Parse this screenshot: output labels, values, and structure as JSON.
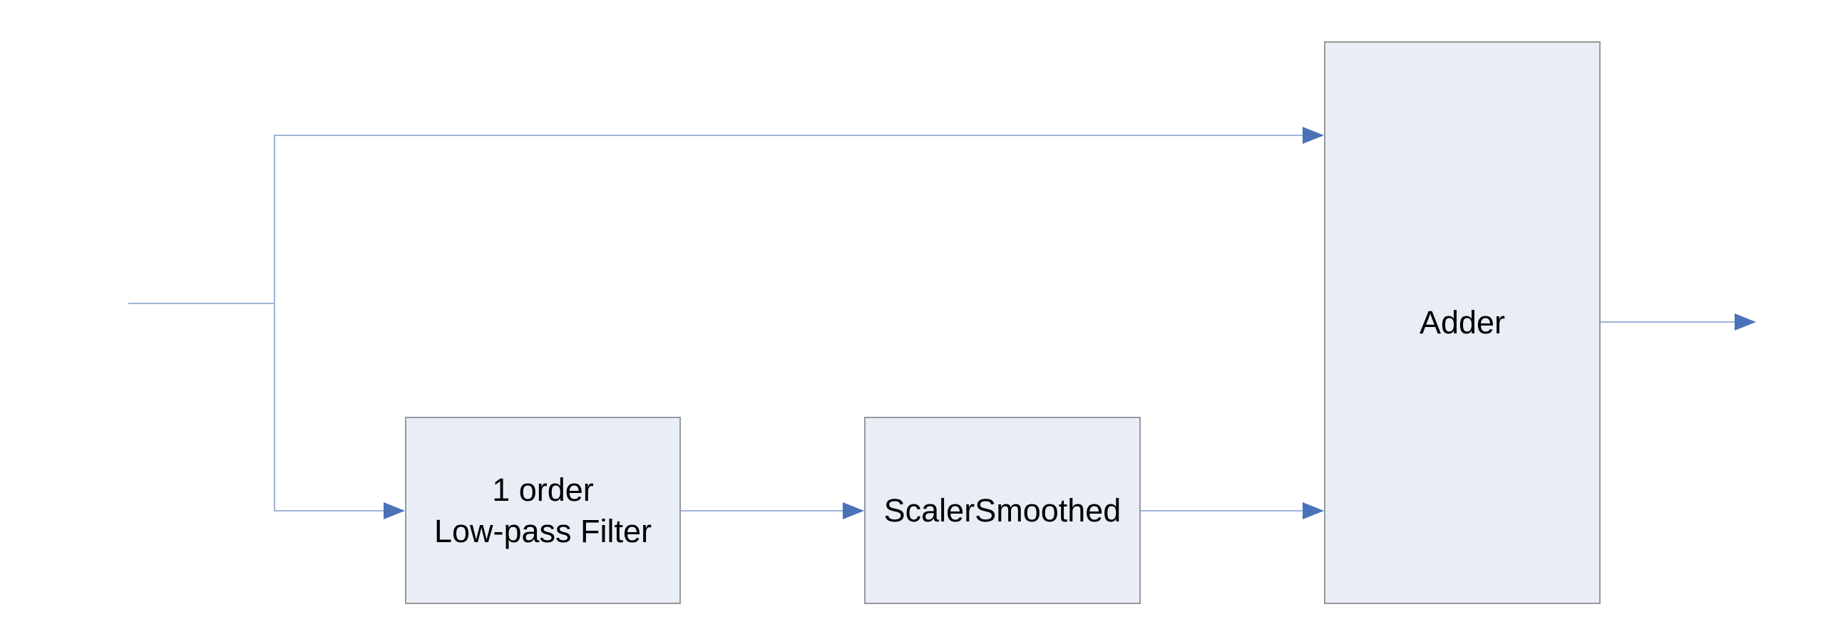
{
  "diagram": {
    "type": "block-diagram",
    "blocks": {
      "lowpass": {
        "label": "1 order\nLow-pass Filter"
      },
      "scaler": {
        "label": "ScalerSmoothed"
      },
      "adder": {
        "label": "Adder"
      }
    },
    "edges": [
      {
        "from": "input",
        "to": "adder"
      },
      {
        "from": "input",
        "to": "lowpass"
      },
      {
        "from": "lowpass",
        "to": "scaler"
      },
      {
        "from": "scaler",
        "to": "adder"
      },
      {
        "from": "adder",
        "to": "output"
      }
    ],
    "colors": {
      "connector": "#9db3d9",
      "arrowhead": "#4a72b8",
      "block_fill": "#e9edf5",
      "block_border": "#97999c",
      "text": "#000000",
      "background": "#ffffff"
    }
  }
}
